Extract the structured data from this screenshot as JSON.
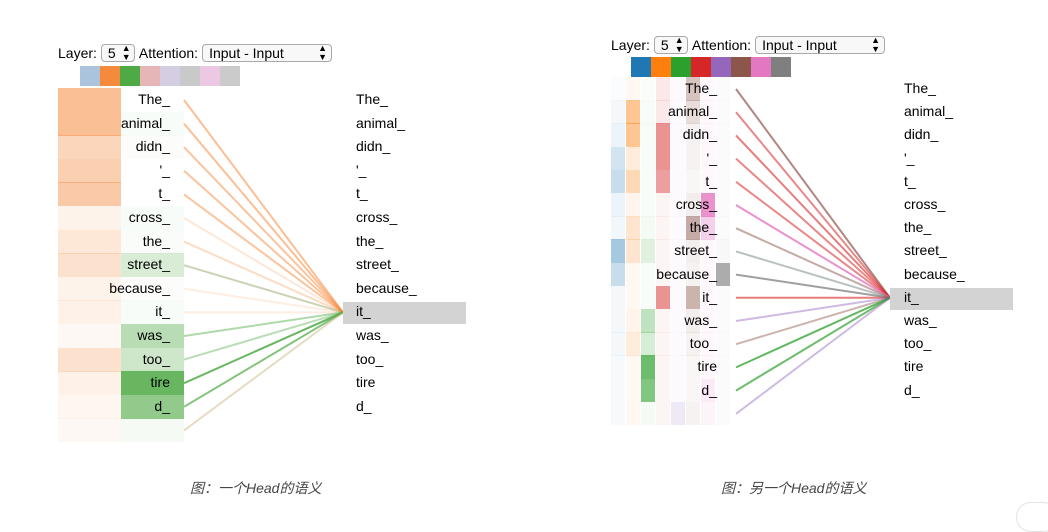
{
  "left": {
    "layer_label": "Layer:",
    "layer_value": "5",
    "attention_label": "Attention:",
    "attention_value": "Input - Input",
    "swatch_colors": [
      "#a9c4dc",
      "#f58a3d",
      "#4eaa44",
      "#e6b5b5",
      "#d5cde2",
      "#c9c9c9",
      "#ecc8e2",
      "#cbcbcb"
    ],
    "left_tokens": [
      "The_",
      "animal_",
      "didn_",
      "'_",
      "t_",
      "cross_",
      "the_",
      "street_",
      "because_",
      "it_",
      "was_",
      "too_",
      "tire",
      "d_"
    ],
    "right_tokens": [
      "The_",
      "animal_",
      "didn_",
      "'_",
      "t_",
      "cross_",
      "the_",
      "street_",
      "because_",
      "it_",
      "was_",
      "too_",
      "tire",
      "d_"
    ],
    "target_index": 9,
    "heat_orange": [
      0.55,
      0.55,
      0.35,
      0.4,
      0.45,
      0.1,
      0.2,
      0.25,
      0.1,
      0.12,
      0.06,
      0.25,
      0.12,
      0.08,
      0.06
    ],
    "token_bg": [
      {
        "color": "#4eaa44",
        "alpha": 0.0
      },
      {
        "color": "#4eaa44",
        "alpha": 0.04
      },
      {
        "color": "#4eaa44",
        "alpha": 0.02
      },
      {
        "color": "#4eaa44",
        "alpha": 0.0
      },
      {
        "color": "#4eaa44",
        "alpha": 0.0
      },
      {
        "color": "#4eaa44",
        "alpha": 0.04
      },
      {
        "color": "#4eaa44",
        "alpha": 0.03
      },
      {
        "color": "#4eaa44",
        "alpha": 0.22
      },
      {
        "color": "#4eaa44",
        "alpha": 0.02
      },
      {
        "color": "#4eaa44",
        "alpha": 0.04
      },
      {
        "color": "#4eaa44",
        "alpha": 0.4
      },
      {
        "color": "#4eaa44",
        "alpha": 0.28
      },
      {
        "color": "#4eaa44",
        "alpha": 0.85
      },
      {
        "color": "#4eaa44",
        "alpha": 0.62
      },
      {
        "color": "#4eaa44",
        "alpha": 0.06
      }
    ],
    "lines": [
      {
        "color": "#f58a3d",
        "alpha": 0.55
      },
      {
        "color": "#f58a3d",
        "alpha": 0.55
      },
      {
        "color": "#f58a3d",
        "alpha": 0.5
      },
      {
        "color": "#f58a3d",
        "alpha": 0.5
      },
      {
        "color": "#f58a3d",
        "alpha": 0.5
      },
      {
        "color": "#f58a3d",
        "alpha": 0.2
      },
      {
        "color": "#f58a3d",
        "alpha": 0.3
      },
      {
        "color": "#8aa05a",
        "alpha": 0.45
      },
      {
        "color": "#f58a3d",
        "alpha": 0.15
      },
      {
        "color": "#f58a3d",
        "alpha": 0.15
      },
      {
        "color": "#4eaa44",
        "alpha": 0.45
      },
      {
        "color": "#4eaa44",
        "alpha": 0.4
      },
      {
        "color": "#4eaa44",
        "alpha": 0.85
      },
      {
        "color": "#4eaa44",
        "alpha": 0.7
      },
      {
        "color": "#c7b07a",
        "alpha": 0.45
      }
    ],
    "caption": "图：一个Head的语义"
  },
  "right": {
    "layer_label": "Layer:",
    "layer_value": "5",
    "attention_label": "Attention:",
    "attention_value": "Input - Input",
    "swatch_colors": [
      "#1f77b4",
      "#ff7f0e",
      "#2ca02c",
      "#d62728",
      "#9467bd",
      "#8c564b",
      "#e377c2",
      "#7f7f7f"
    ],
    "left_tokens": [
      "The_",
      "animal_",
      "didn_",
      "'_",
      "t_",
      "cross_",
      "the_",
      "street_",
      "because_",
      "it_",
      "was_",
      "too_",
      "tire",
      "d_"
    ],
    "right_tokens": [
      "The_",
      "animal_",
      "didn_",
      "'_",
      "t_",
      "cross_",
      "the_",
      "street_",
      "because_",
      "it_",
      "was_",
      "too_",
      "tire",
      "d_"
    ],
    "target_index": 9,
    "heat_columns": [
      {
        "color": "#1f77b4",
        "values": [
          0.02,
          0.05,
          0.08,
          0.2,
          0.25,
          0.08,
          0.06,
          0.4,
          0.25,
          0.05,
          0.05,
          0.05,
          0.04,
          0.04,
          0.04
        ]
      },
      {
        "color": "#ff7f0e",
        "values": [
          0.06,
          0.45,
          0.45,
          0.15,
          0.3,
          0.08,
          0.2,
          0.2,
          0.05,
          0.05,
          0.08,
          0.15,
          0.05,
          0.05,
          0.06
        ]
      },
      {
        "color": "#2ca02c",
        "values": [
          0.02,
          0.03,
          0.03,
          0.03,
          0.03,
          0.03,
          0.05,
          0.15,
          0.03,
          0.03,
          0.3,
          0.2,
          0.7,
          0.6,
          0.05
        ]
      },
      {
        "color": "#d62728",
        "values": [
          0.1,
          0.1,
          0.5,
          0.5,
          0.45,
          0.05,
          0.05,
          0.05,
          0.05,
          0.5,
          0.05,
          0.05,
          0.05,
          0.05,
          0.05
        ]
      },
      {
        "color": "#9467bd",
        "values": [
          0.03,
          0.03,
          0.03,
          0.03,
          0.03,
          0.03,
          0.03,
          0.03,
          0.03,
          0.03,
          0.03,
          0.03,
          0.03,
          0.03,
          0.15
        ]
      },
      {
        "color": "#8c564b",
        "values": [
          0.35,
          0.2,
          0.08,
          0.08,
          0.05,
          0.1,
          0.5,
          0.1,
          0.08,
          0.45,
          0.1,
          0.08,
          0.05,
          0.05,
          0.08
        ]
      },
      {
        "color": "#e377c2",
        "values": [
          0.05,
          0.05,
          0.05,
          0.05,
          0.05,
          0.8,
          0.35,
          0.05,
          0.05,
          0.05,
          0.05,
          0.05,
          0.05,
          0.15,
          0.08
        ]
      },
      {
        "color": "#7f7f7f",
        "values": [
          0.03,
          0.03,
          0.03,
          0.03,
          0.03,
          0.03,
          0.03,
          0.05,
          0.65,
          0.03,
          0.03,
          0.03,
          0.03,
          0.03,
          0.03
        ]
      }
    ],
    "lines": [
      {
        "color": "#8c564b",
        "alpha": 0.7
      },
      {
        "color": "#d62728",
        "alpha": 0.55
      },
      {
        "color": "#d62728",
        "alpha": 0.6
      },
      {
        "color": "#d62728",
        "alpha": 0.55
      },
      {
        "color": "#d62728",
        "alpha": 0.55
      },
      {
        "color": "#e377c2",
        "alpha": 0.8
      },
      {
        "color": "#8c564b",
        "alpha": 0.5
      },
      {
        "color": "#7f8c8d",
        "alpha": 0.55
      },
      {
        "color": "#7f7f7f",
        "alpha": 0.75
      },
      {
        "color": "#d62728",
        "alpha": 0.6
      },
      {
        "color": "#9467bd",
        "alpha": 0.45
      },
      {
        "color": "#8c564b",
        "alpha": 0.45
      },
      {
        "color": "#2ca02c",
        "alpha": 0.75
      },
      {
        "color": "#2ca02c",
        "alpha": 0.7
      },
      {
        "color": "#9467bd",
        "alpha": 0.45
      }
    ],
    "caption": "图：另一个Head的语义"
  }
}
